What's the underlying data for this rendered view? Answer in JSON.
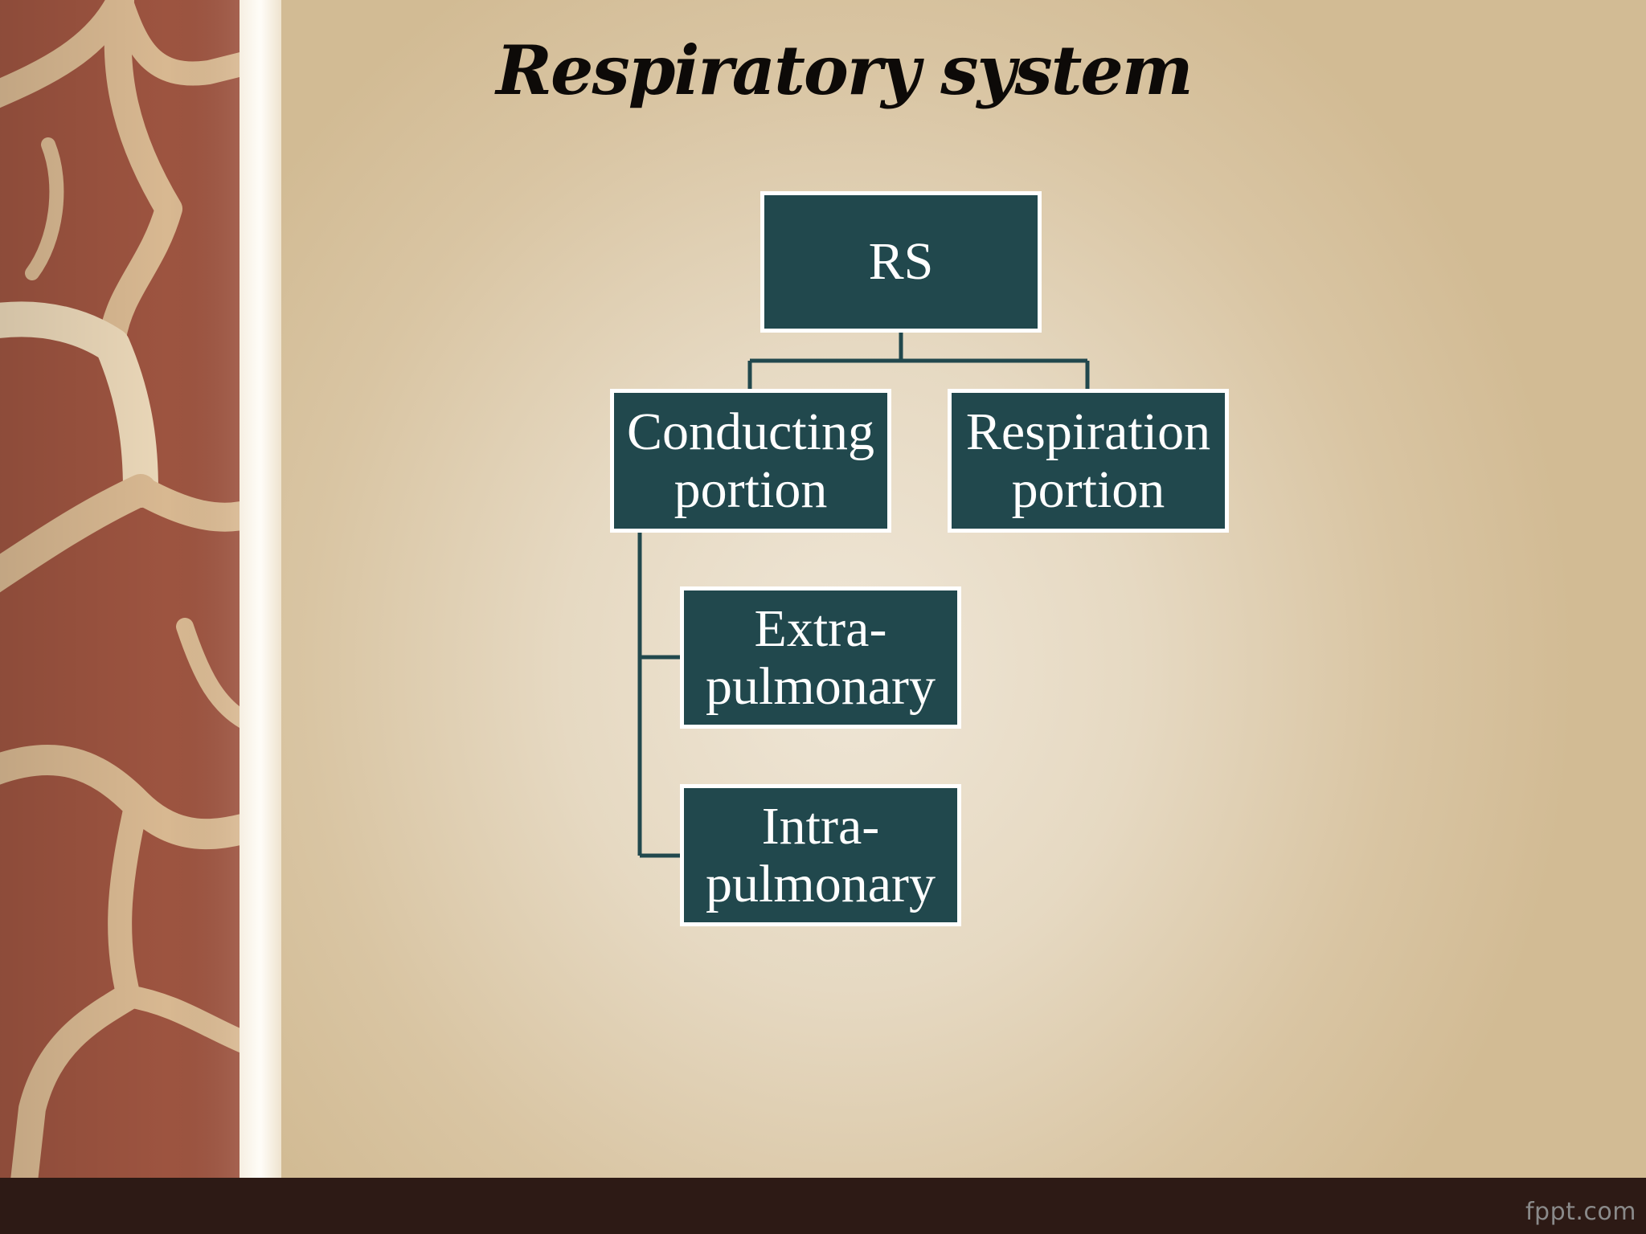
{
  "slide": {
    "title": "Respiratory system",
    "footer_brand": "fppt.com"
  },
  "diagram": {
    "root": {
      "label": "RS"
    },
    "children": [
      {
        "label": "Conducting\nportion",
        "children": [
          {
            "label": "Extra-\npulmonary"
          },
          {
            "label": "Intra-\npulmonary"
          }
        ]
      },
      {
        "label": "Respiration\nportion"
      }
    ]
  },
  "colors": {
    "node_fill": "#21484d",
    "node_border": "#ffffff",
    "connector": "#21484d",
    "panel_red": "#9d5440",
    "panel_vein": "#d8b891",
    "footer": "#2d1a15"
  }
}
